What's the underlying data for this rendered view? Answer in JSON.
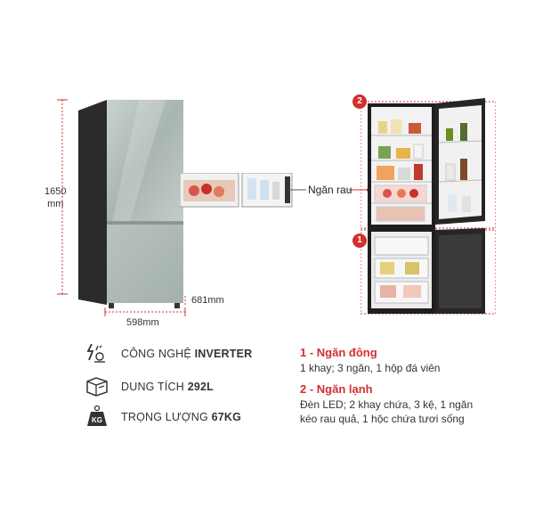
{
  "dimensions": {
    "height_value": "1650",
    "height_unit": "mm",
    "width": "598mm",
    "depth": "681mm"
  },
  "callout": {
    "crisper_label": "Ngăn rau"
  },
  "badges": {
    "fridge_number": "2",
    "freezer_number": "1"
  },
  "specs": [
    {
      "prefix": "CÔNG NGHỆ ",
      "bold": "INVERTER",
      "icon": "inverter-icon"
    },
    {
      "prefix": "DUNG TÍCH ",
      "bold": "292L",
      "icon": "capacity-icon"
    },
    {
      "prefix": "TRỌNG LƯỢNG ",
      "bold": "67KG",
      "icon": "weight-icon",
      "icon_text": "KG"
    }
  ],
  "compartments": [
    {
      "title": "1 - Ngăn đông",
      "desc": [
        "1 khay; 3 ngăn, 1 hộp đá viên"
      ]
    },
    {
      "title": "2 - Ngăn lạnh",
      "desc": [
        "Đèn LED; 2 khay chứa, 3 kệ, 1 ngăn",
        "kéo rau quả, 1 hộc chứa tươi sống"
      ]
    }
  ],
  "colors": {
    "accent_red": "#d32f2f",
    "fridge_glass": "#b9c4c1",
    "fridge_body_dark": "#2a2a2a"
  }
}
